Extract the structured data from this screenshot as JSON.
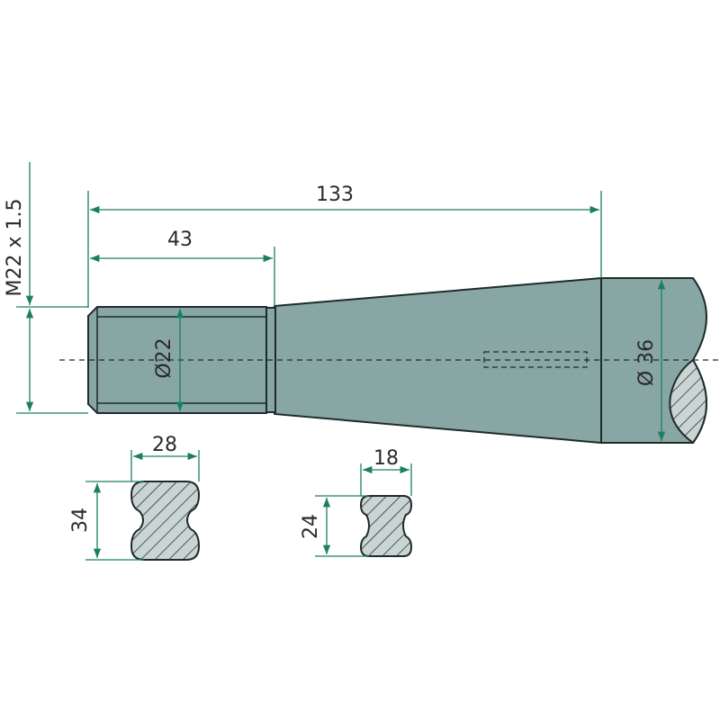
{
  "dimensions": {
    "overall_length": "133",
    "thread_length": "43",
    "thread_spec": "M22 x 1.5",
    "thread_diameter": "Ø22",
    "shaft_diameter": "Ø 36",
    "profile_large_width": "28",
    "profile_large_height": "34",
    "profile_small_width": "18",
    "profile_small_height": "24"
  },
  "colors": {
    "body": "#88a6a4",
    "dimension": "#1a8060",
    "section": "#c9d4d3"
  }
}
